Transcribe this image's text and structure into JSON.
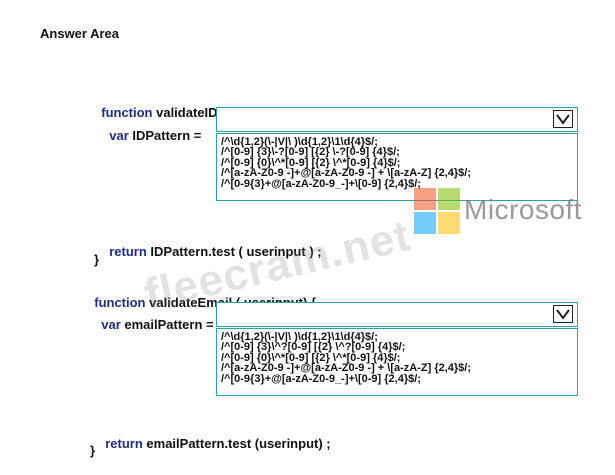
{
  "heading": "Answer Area",
  "id_block": {
    "func_keyword": "function",
    "func_signature": " validateID(userinput) {",
    "var_keyword": "var",
    "var_rest": " IDPattern =",
    "options": [
      "/^\\d{1,2}(\\-|V|\\ )\\d{1,2}\\1\\d{4}$/;",
      "/^[0-9] {3}\\-?[0-9] [{2} \\-?[0-9] {4}$/;",
      "/^[0-9] {0}\\^*[0-9] [{2} \\^*[0-9] {4}$/;",
      "/^[a-zA-Z0-9 -]+@[a-zA-Z0-9 -] + \\[a-zA-Z] {2,4}$/;",
      "/^[0-9{3}+@[a-zA-Z0-9_-]+\\[0-9] {2,4}$/;"
    ],
    "return_keyword": "return",
    "return_rest": " IDPattern.test ( userinput ) ;",
    "close": "}"
  },
  "email_block": {
    "func_keyword": "function",
    "func_signature": " validateEmail ( userinput) {",
    "var_keyword": "var",
    "var_rest": " emailPattern =",
    "options": [
      "/^\\d{1,2}(\\-|V|\\ )\\d{1,2}\\1\\d{4}$/;",
      "/^[0-9] {3}\\^?[0-9] [{2} \\^?[0-9] {4}$/;",
      "/^[0-9] {0}\\^*[0-9] [{2} \\^*[0-9] {4}$/;",
      "/^[a-zA-Z0-9 -]+@[a-zA-Z0-9 -] + \\[a-zA-Z] {2,4}$/;",
      "/^[0-9{3}+@[a-zA-Z0-9_-]+\\[0-9] {2,4}$/;"
    ],
    "return_keyword": "return",
    "return_rest": " emailPattern.test (userinput) ;",
    "close": "}"
  },
  "watermark": "fleecram.net",
  "brand": {
    "text": "Microsoft",
    "colors": [
      "#f25022",
      "#7fba00",
      "#00a4ef",
      "#ffb900"
    ]
  },
  "colors": {
    "keyword": "#1f2d8a",
    "dropdown_border": "#2aa3a8"
  }
}
